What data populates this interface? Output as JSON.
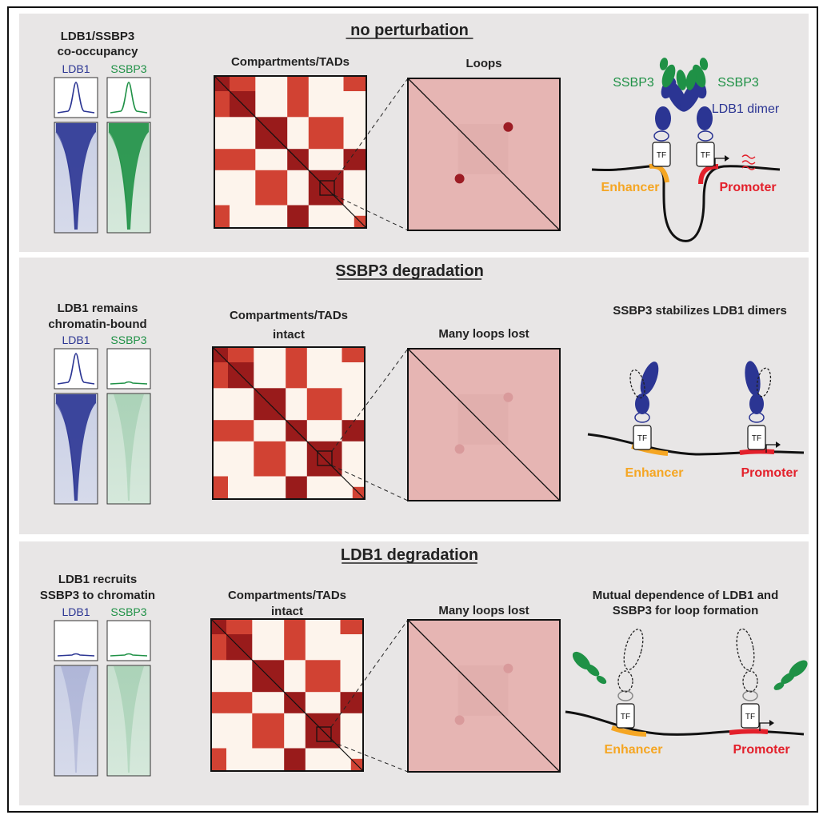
{
  "colors": {
    "ldb1": "#2b3593",
    "ssbp3": "#1f9146",
    "enhancer": "#f5a623",
    "promoter": "#e3202b",
    "matrix_dark": "#991b1b",
    "matrix_mid": "#d14233",
    "matrix_light": "#fdf4ec",
    "loop_zoom_bg": "#e6b5b3",
    "loop_dot": "#9c1c24",
    "loop_dot_faint": "#d99a9b",
    "panel_bg": "#e8e6e6"
  },
  "panels": [
    {
      "title": "no perturbation",
      "occupancy_title": [
        "LDB1/SSBP3",
        "co-occupancy"
      ],
      "ldb1_label": "LDB1",
      "ssbp3_label": "SSBP3",
      "ldb1_signal": "strong",
      "ssbp3_signal": "strong",
      "compartments_title": [
        "Compartments/TADs"
      ],
      "loops_title": "Loops",
      "loops_present": true,
      "model_title": [],
      "model_labels": {
        "ssbp3_left": "SSBP3",
        "ssbp3_right": "SSBP3",
        "ldb1_dimer": "LDB1 dimer",
        "tf": "TF",
        "enhancer": "Enhancer",
        "promoter": "Promoter"
      }
    },
    {
      "title": "SSBP3 degradation",
      "occupancy_title": [
        "LDB1 remains",
        "chromatin-bound"
      ],
      "ldb1_label": "LDB1",
      "ssbp3_label": "SSBP3",
      "ldb1_signal": "strong",
      "ssbp3_signal": "lost",
      "compartments_title": [
        "Compartments/TADs",
        "intact"
      ],
      "loops_title": "Many loops lost",
      "loops_present": false,
      "model_title": [
        "SSBP3 stabilizes LDB1 dimers"
      ],
      "model_labels": {
        "tf": "TF",
        "enhancer": "Enhancer",
        "promoter": "Promoter"
      }
    },
    {
      "title": "LDB1 degradation",
      "occupancy_title": [
        "LDB1 recruits",
        "SSBP3 to chromatin"
      ],
      "ldb1_label": "LDB1",
      "ssbp3_label": "SSBP3",
      "ldb1_signal": "lost",
      "ssbp3_signal": "lost",
      "compartments_title": [
        "Compartments/TADs",
        "intact"
      ],
      "loops_title": "Many loops lost",
      "loops_present": false,
      "model_title": [
        "Mutual dependence of LDB1 and",
        "SSBP3 for loop formation"
      ],
      "model_labels": {
        "tf": "TF",
        "enhancer": "Enhancer",
        "promoter": "Promoter"
      }
    }
  ]
}
